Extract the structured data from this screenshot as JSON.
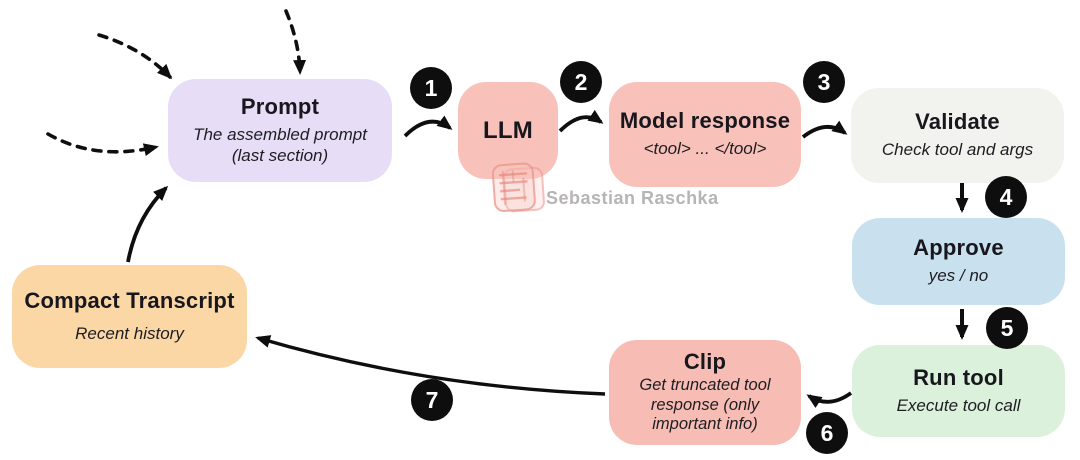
{
  "diagram": {
    "title_hint": "LLM tool-use agent loop",
    "badge_color": "#0e0e0e",
    "nodes": [
      {
        "id": "prompt",
        "title": "Prompt",
        "subtitle": "The assembled prompt (last section)",
        "color": "#e7ddf6"
      },
      {
        "id": "llm",
        "title": "LLM",
        "subtitle": "",
        "color": "#f8c2ba"
      },
      {
        "id": "model-response",
        "title": "Model response",
        "subtitle": "<tool> ... </tool>",
        "color": "#f8c2ba"
      },
      {
        "id": "validate",
        "title": "Validate",
        "subtitle": "Check tool and args",
        "color": "#f2f2ef"
      },
      {
        "id": "approve",
        "title": "Approve",
        "subtitle": "yes / no",
        "color": "#c9e1ef"
      },
      {
        "id": "run-tool",
        "title": "Run tool",
        "subtitle": "Execute tool call",
        "color": "#dbf1db"
      },
      {
        "id": "clip",
        "title": "Clip",
        "subtitle": "Get truncated tool response (only important info)",
        "color": "#f7bdb5"
      },
      {
        "id": "compact-transcript",
        "title": "Compact Transcript",
        "subtitle": "Recent history",
        "color": "#fbd7a6"
      }
    ],
    "steps": [
      {
        "label": "1"
      },
      {
        "label": "2"
      },
      {
        "label": "3"
      },
      {
        "label": "4"
      },
      {
        "label": "5"
      },
      {
        "label": "6"
      },
      {
        "label": "7"
      }
    ],
    "edges": [
      {
        "from": "prompt",
        "to": "llm",
        "step": "1",
        "line": "solid"
      },
      {
        "from": "llm",
        "to": "model-response",
        "step": "2",
        "line": "solid"
      },
      {
        "from": "model-response",
        "to": "validate",
        "step": "3",
        "line": "solid"
      },
      {
        "from": "validate",
        "to": "approve",
        "step": "4",
        "line": "solid"
      },
      {
        "from": "approve",
        "to": "run-tool",
        "step": "5",
        "line": "solid"
      },
      {
        "from": "run-tool",
        "to": "clip",
        "step": "6",
        "line": "solid"
      },
      {
        "from": "clip",
        "to": "compact-transcript",
        "step": "7",
        "line": "solid"
      },
      {
        "from": "compact-transcript",
        "to": "prompt",
        "step": "",
        "line": "solid"
      },
      {
        "from": "external-input-a",
        "to": "prompt",
        "step": "",
        "line": "dashed"
      },
      {
        "from": "external-input-b",
        "to": "prompt",
        "step": "",
        "line": "dashed"
      },
      {
        "from": "external-input-c",
        "to": "prompt",
        "step": "",
        "line": "dashed"
      }
    ],
    "watermark": {
      "text": "Sebastian Raschka",
      "icon": "seal-stamp-icon"
    }
  }
}
